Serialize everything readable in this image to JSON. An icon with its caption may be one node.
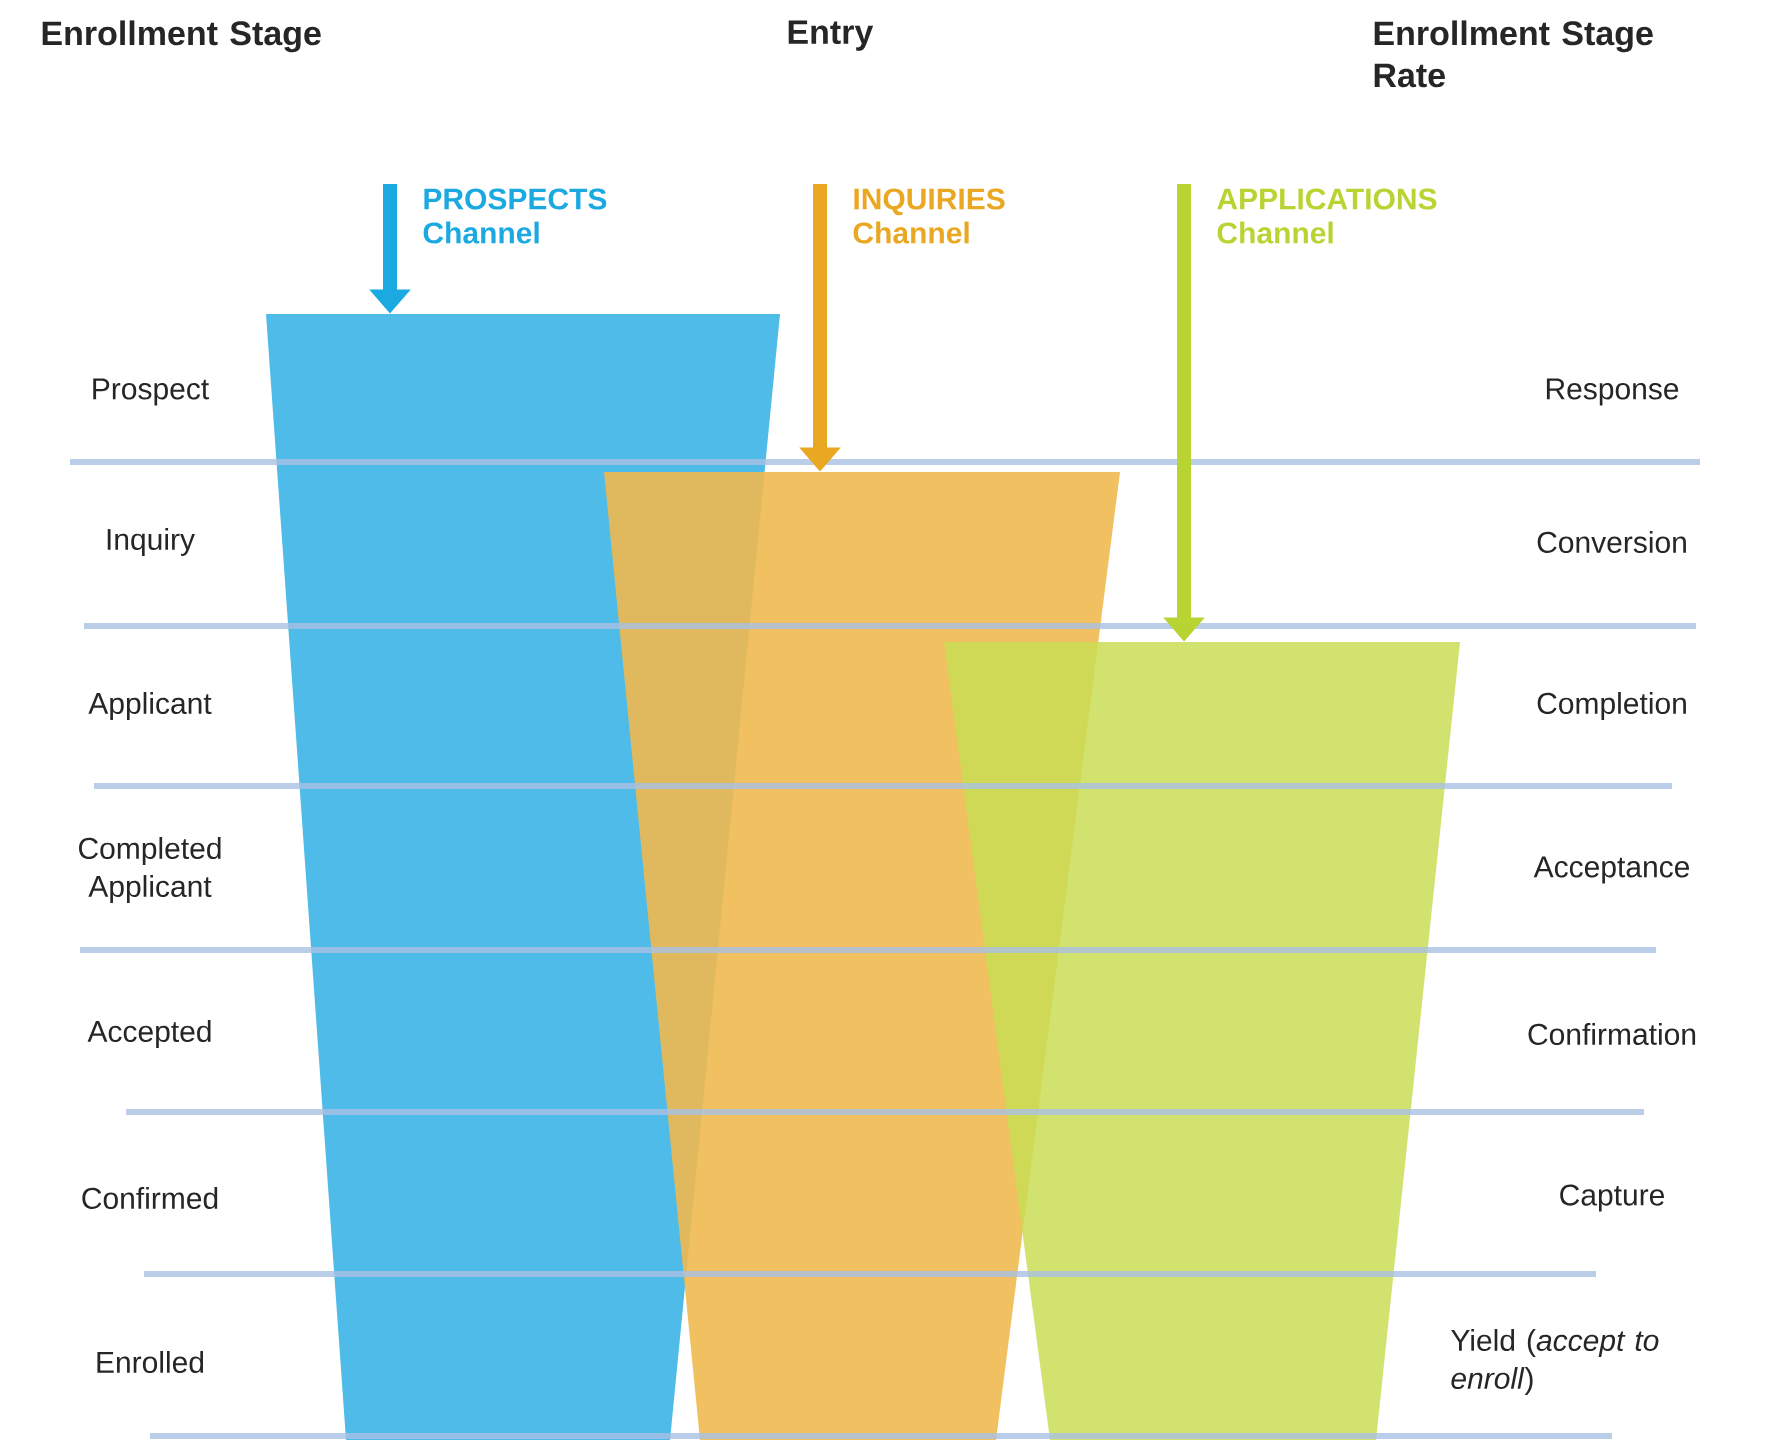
{
  "diagram": {
    "nodes": [
      {
        "text": [],
        "shape": "trapezoid"
      },
      {
        "text": [],
        "shape": "trapezoid"
      },
      {
        "text": [],
        "shape": "trapezoid"
      }
    ],
    "edges": [
      {
        "from": null,
        "to": 0,
        "arrow": "to",
        "label": "PROSPECTS Channel",
        "color": "#1ba9e1"
      },
      {
        "from": null,
        "to": 1,
        "arrow": "to",
        "label": "INQUIRIES Channel",
        "color": "#eaa722"
      },
      {
        "from": null,
        "to": 2,
        "arrow": "to",
        "label": "APPLICATIONS Channel",
        "color": "#b8d433"
      }
    ],
    "labels": [
      "Enrollment Stage",
      "Entry",
      "Enrollment Stage Rate",
      "Prospect",
      "Response",
      "Inquiry",
      "Conversion",
      "Applicant",
      "Completion",
      "Completed Applicant",
      "Acceptance",
      "Accepted",
      "Confirmation",
      "Confirmed",
      "Capture",
      "Enrolled",
      "Yield (*accept to enroll*)"
    ]
  }
}
